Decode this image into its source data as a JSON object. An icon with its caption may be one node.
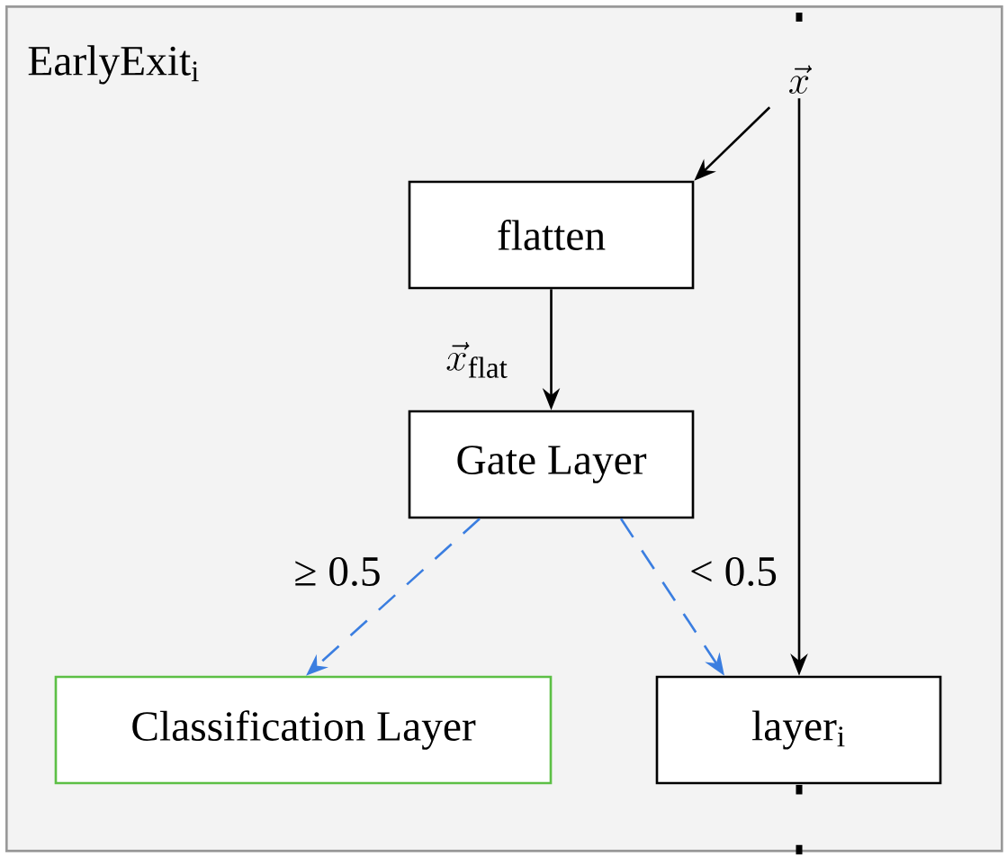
{
  "diagram": {
    "nodes": [
      {
        "text": [
          "EarlyExit$_{i}$"
        ]
      },
      {
        "text": [
          "\\vec{x}"
        ],
        "in": 0
      },
      {
        "text": [
          "flatten"
        ],
        "in": 0
      },
      {
        "text": [
          "Gate Layer"
        ],
        "in": 0
      },
      {
        "text": [
          "Classification Layer"
        ],
        "in": 0
      },
      {
        "text": [
          "layer$_{i}$"
        ],
        "in": 0
      }
    ],
    "edges": [
      {
        "from": 1,
        "to": 2,
        "arrow": "to"
      },
      {
        "from": 2,
        "to": 3,
        "arrow": "to",
        "label": "\\vec{x}_{\\mathrm{flat}}"
      },
      {
        "from": 3,
        "to": 4,
        "arrow": "to",
        "label": "≥ 0.5",
        "style": "dashed",
        "color": "#3b7ee0"
      },
      {
        "from": 3,
        "to": 5,
        "arrow": "to",
        "label": "< 0.5",
        "style": "dashed",
        "color": "#3b7ee0"
      },
      {
        "from": 1,
        "to": 5,
        "arrow": "to"
      }
    ]
  }
}
